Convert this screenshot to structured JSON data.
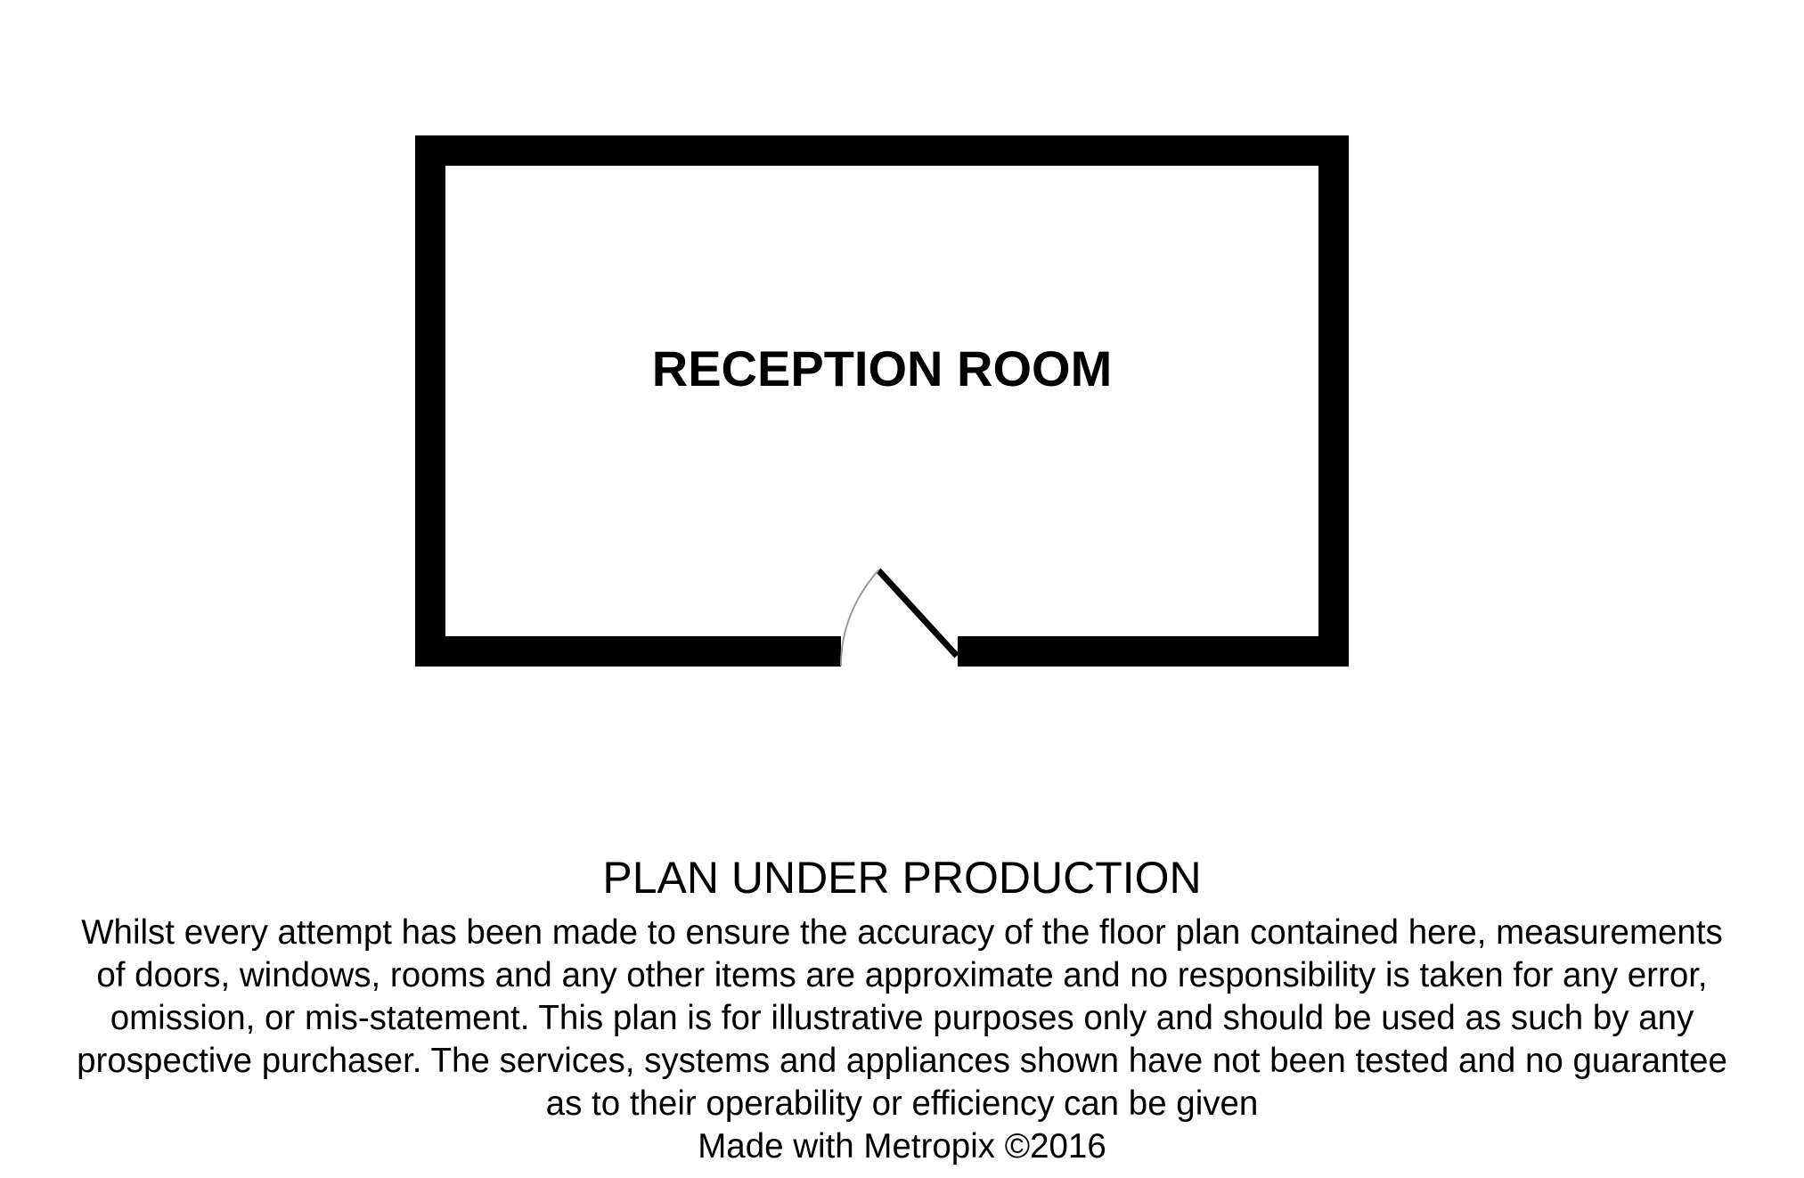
{
  "room": {
    "label": "RECEPTION ROOM"
  },
  "plan_status": "PLAN UNDER PRODUCTION",
  "disclaimer": {
    "lines": [
      "Whilst every attempt has been made to ensure the accuracy of the floor plan contained here, measurements",
      "of doors, windows, rooms and any other items are approximate and no responsibility is taken for any error,",
      "omission, or mis-statement. This plan is for illustrative purposes only and should be used as such by any",
      "prospective purchaser. The services, systems and appliances shown have not been tested and no guarantee",
      "as to their operability or efficiency can be given"
    ],
    "credit": "Made with Metropix ©2016"
  },
  "colors": {
    "wall": "#000000",
    "background": "#ffffff",
    "door_swing": "#999999"
  }
}
